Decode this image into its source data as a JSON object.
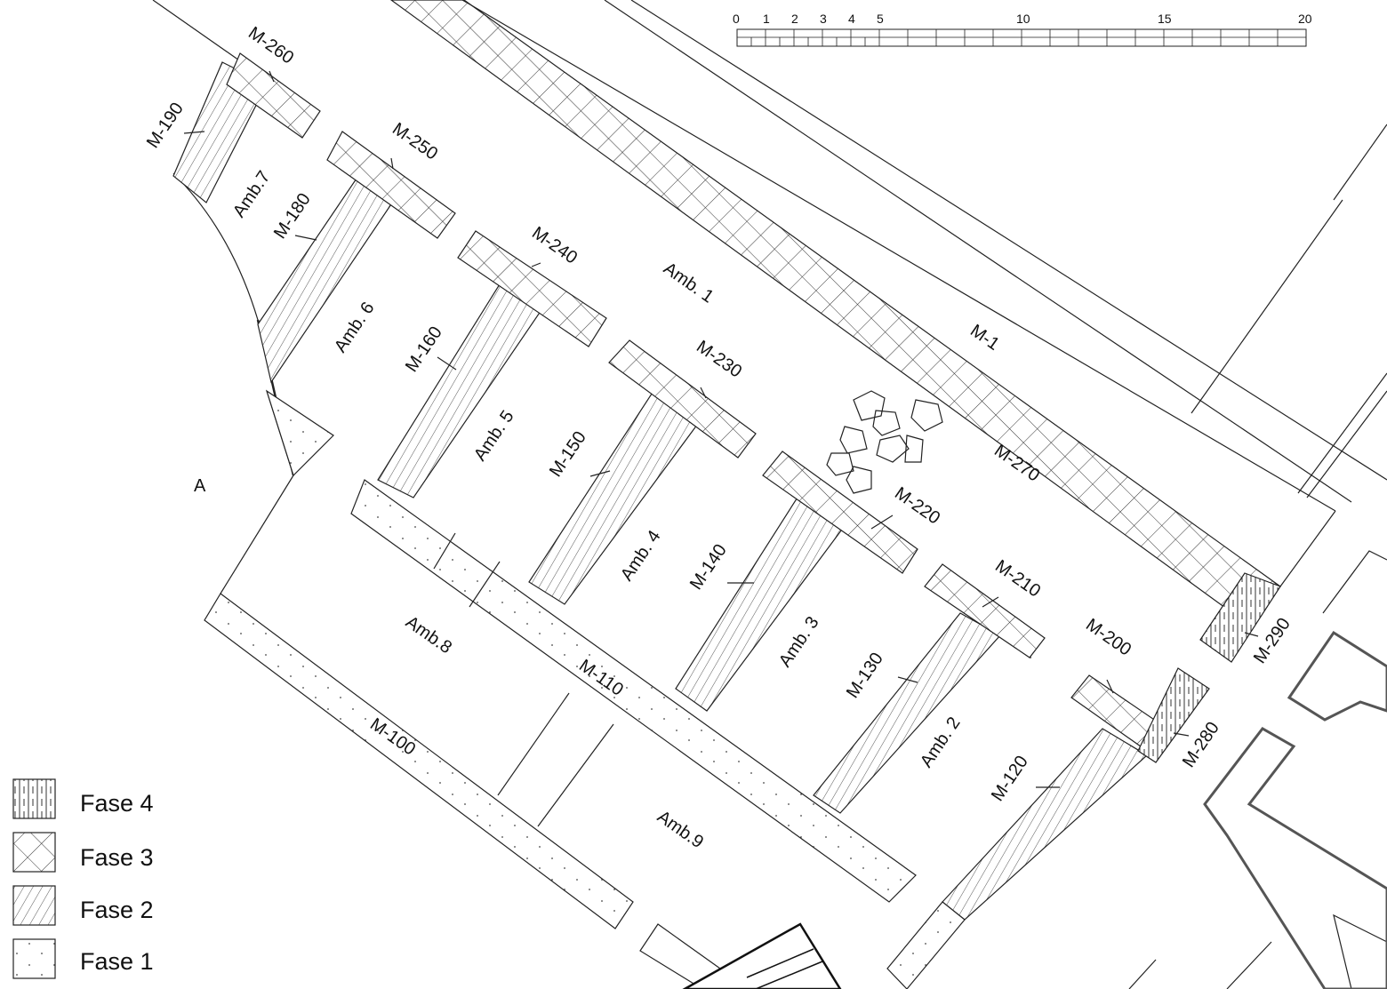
{
  "walls": {
    "m1": "M-1",
    "m270": "M-270",
    "m260": "M-260",
    "m250": "M-250",
    "m240": "M-240",
    "m230": "M-230",
    "m220": "M-220",
    "m210": "M-210",
    "m200": "M-200",
    "m290": "M-290",
    "m280": "M-280",
    "m190": "M-190",
    "m180": "M-180",
    "m160": "M-160",
    "m150": "M-150",
    "m140": "M-140",
    "m130": "M-130",
    "m120": "M-120",
    "m110": "M-110",
    "m100": "M-100"
  },
  "rooms": {
    "amb1": "Amb. 1",
    "amb2": "Amb. 2",
    "amb3": "Amb. 3",
    "amb4": "Amb. 4",
    "amb5": "Amb. 5",
    "amb6": "Amb. 6",
    "amb7": "Amb.7",
    "amb8": "Amb.8",
    "amb9": "Amb.9"
  },
  "point_a": "A",
  "scale": {
    "ticks": [
      "0",
      "1",
      "2",
      "3",
      "4",
      "5",
      "10",
      "15",
      "20"
    ]
  },
  "legend": [
    {
      "label": "Fase 4",
      "pattern": "vertical-lines"
    },
    {
      "label": "Fase 3",
      "pattern": "cross-hatch"
    },
    {
      "label": "Fase 2",
      "pattern": "diagonal-lines"
    },
    {
      "label": "Fase 1",
      "pattern": "dots"
    }
  ]
}
